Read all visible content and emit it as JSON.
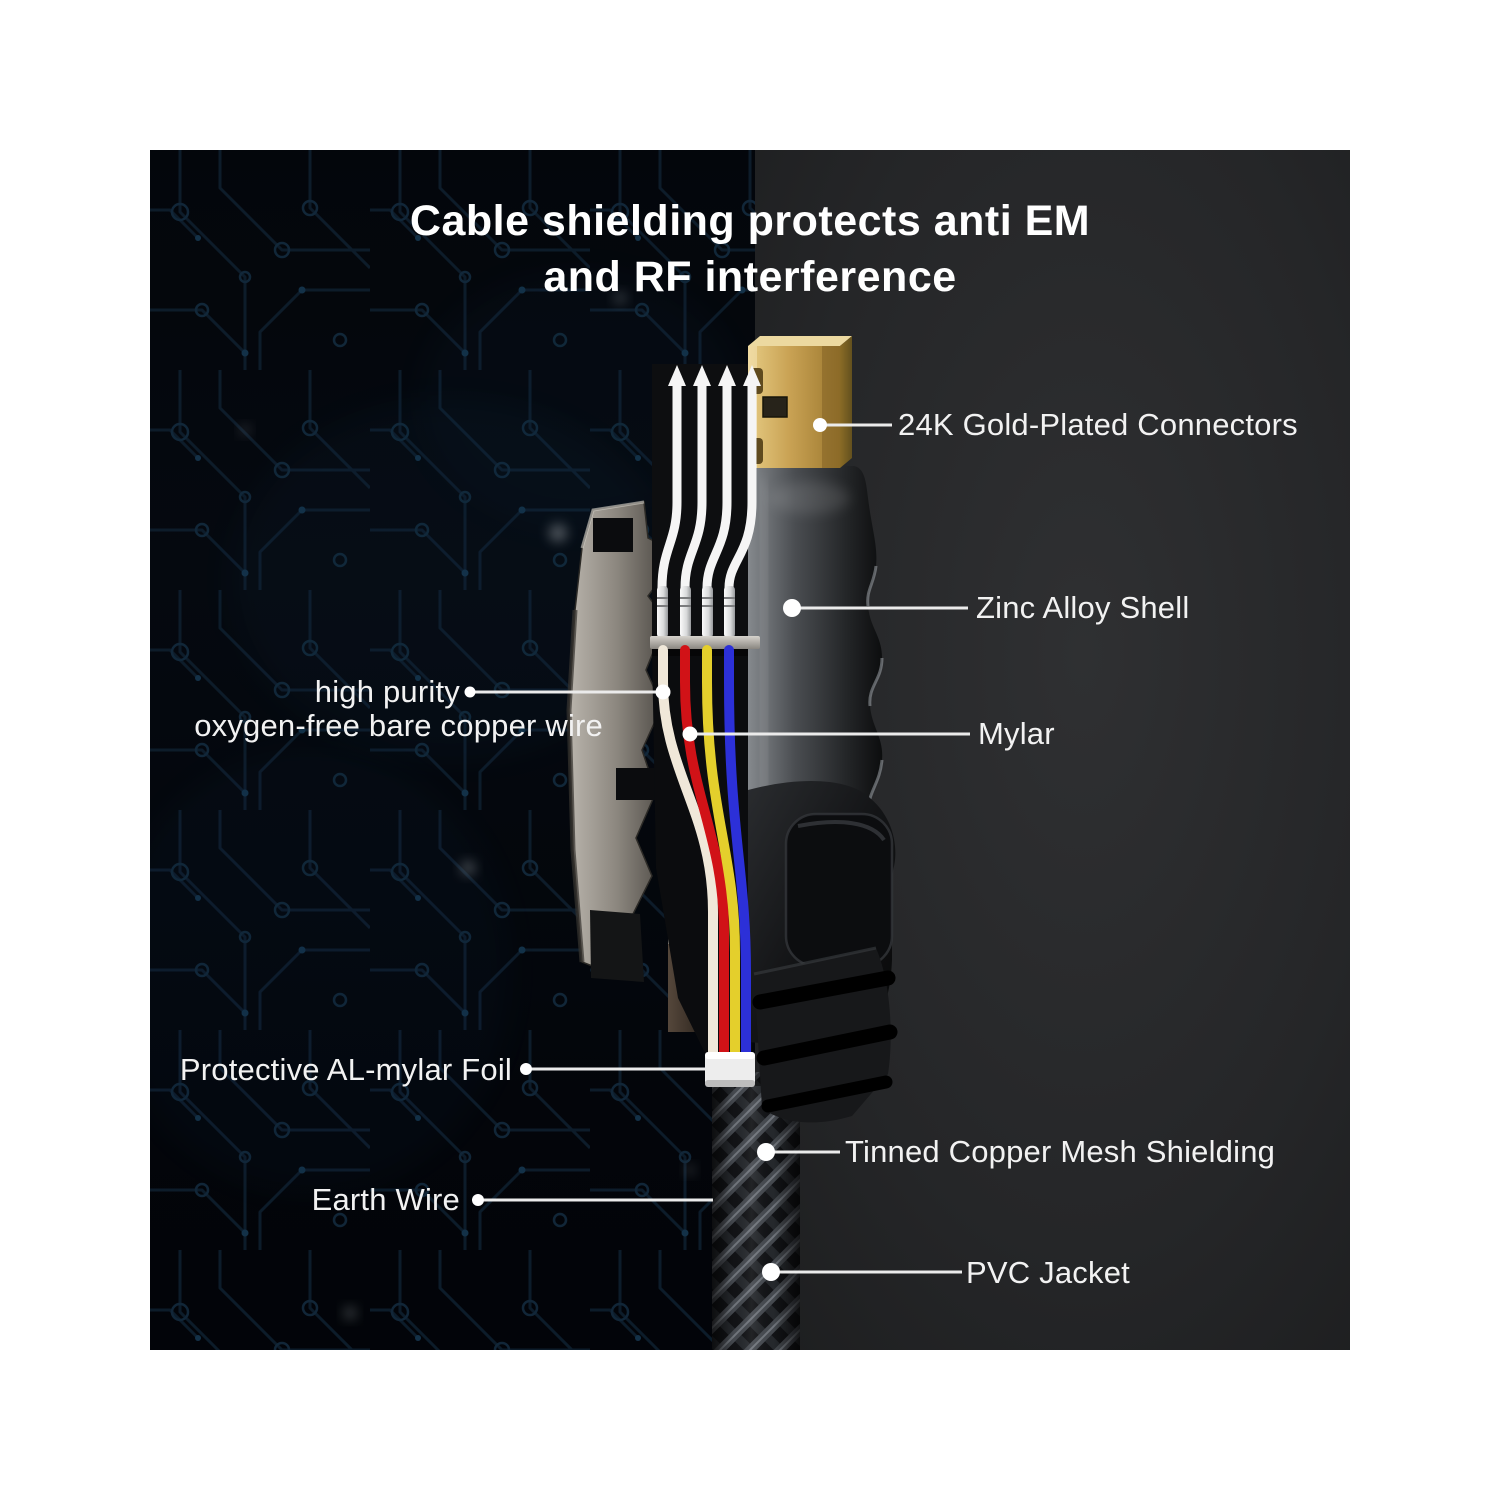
{
  "title": {
    "line1": "Cable shielding protects anti EM",
    "line2": "and RF interference"
  },
  "callouts": {
    "gold_connectors": "24K Gold-Plated Connectors",
    "zinc_shell": "Zinc Alloy Shell",
    "copper_wire_line1": "high purity",
    "copper_wire_line2": "oxygen-free bare copper wire",
    "mylar": "Mylar",
    "al_mylar_foil": "Protective AL-mylar Foil",
    "copper_mesh": "Tinned Copper Mesh Shielding",
    "earth_wire": "Earth Wire",
    "pvc_jacket": "PVC Jacket"
  },
  "colors": {
    "wire_copper_white": "#f0e8d9",
    "wire_red": "#d11217",
    "wire_yellow": "#e4cf2c",
    "wire_blue": "#2c30d8",
    "gold_plating": "#c9a254",
    "background_left": "#070a0f",
    "background_right": "#242527",
    "label_text": "#f2f2f2",
    "leader_line": "#ebebeb"
  }
}
